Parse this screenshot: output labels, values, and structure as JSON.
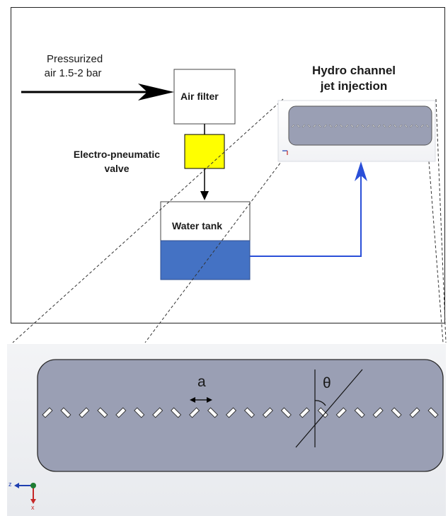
{
  "diagram": {
    "inlet_label_line1": "Pressurized",
    "inlet_label_line2": "air 1.5-2 bar",
    "air_filter_label": "Air filter",
    "valve_label_line1": "Electro-pneumatic",
    "valve_label_line2": "valve",
    "water_tank_label": "Water tank",
    "channel_title_line1": "Hydro channel",
    "channel_title_line2": "jet injection"
  },
  "detail": {
    "spacing_label": "a",
    "angle_label": "θ",
    "axis_z_label": "z",
    "axis_x_label": "x"
  },
  "colors": {
    "valve_fill": "#ffff00",
    "water_fill": "#4472c4",
    "pipe_blue": "#2a4fd8",
    "channel_fill": "#9a9fb4"
  }
}
